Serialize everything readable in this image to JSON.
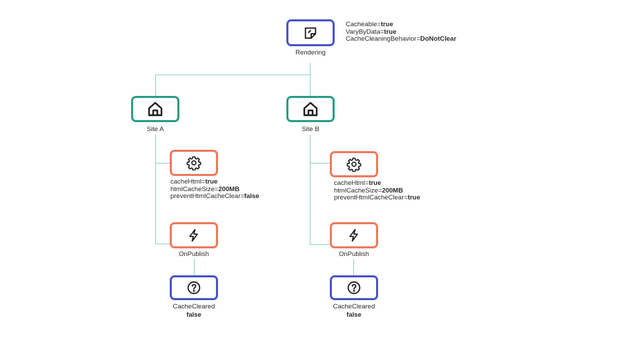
{
  "rendering": {
    "label": "Rendering",
    "icon": "note-icon",
    "props": [
      {
        "key": "Cacheable=",
        "value": "true"
      },
      {
        "key": "VaryByData=",
        "value": "true"
      },
      {
        "key": "CacheCleaningBehavior=",
        "value": "DoNotClear"
      }
    ]
  },
  "sites": [
    {
      "label": "Site A",
      "icon": "home-icon",
      "settings_icon": "gear-icon",
      "settings": [
        {
          "key": "cacheHtml=",
          "value": "true"
        },
        {
          "key": "htmlCacheSize=",
          "value": "200MB"
        },
        {
          "key": "preventHtmlCacheClear=",
          "value": "false"
        }
      ],
      "event_label": "OnPublish",
      "event_icon": "lightning-icon",
      "result_icon": "question-icon",
      "result_label": "CacheCleared",
      "result_value": "false"
    },
    {
      "label": "Site B",
      "icon": "home-icon",
      "settings_icon": "gear-icon",
      "settings": [
        {
          "key": "cacheHtml=",
          "value": "true"
        },
        {
          "key": "htmlCacheSize=",
          "value": "200MB"
        },
        {
          "key": "preventHtmlCacheClear=",
          "value": "true"
        }
      ],
      "event_label": "OnPublish",
      "event_icon": "lightning-icon",
      "result_icon": "question-icon",
      "result_label": "CacheCleared",
      "result_value": "false"
    }
  ],
  "colors": {
    "rendering_border": "#4a55c4",
    "site_border": "#2a9d86",
    "settings_border": "#ec7a5c",
    "connector": "#8fd3c4"
  }
}
